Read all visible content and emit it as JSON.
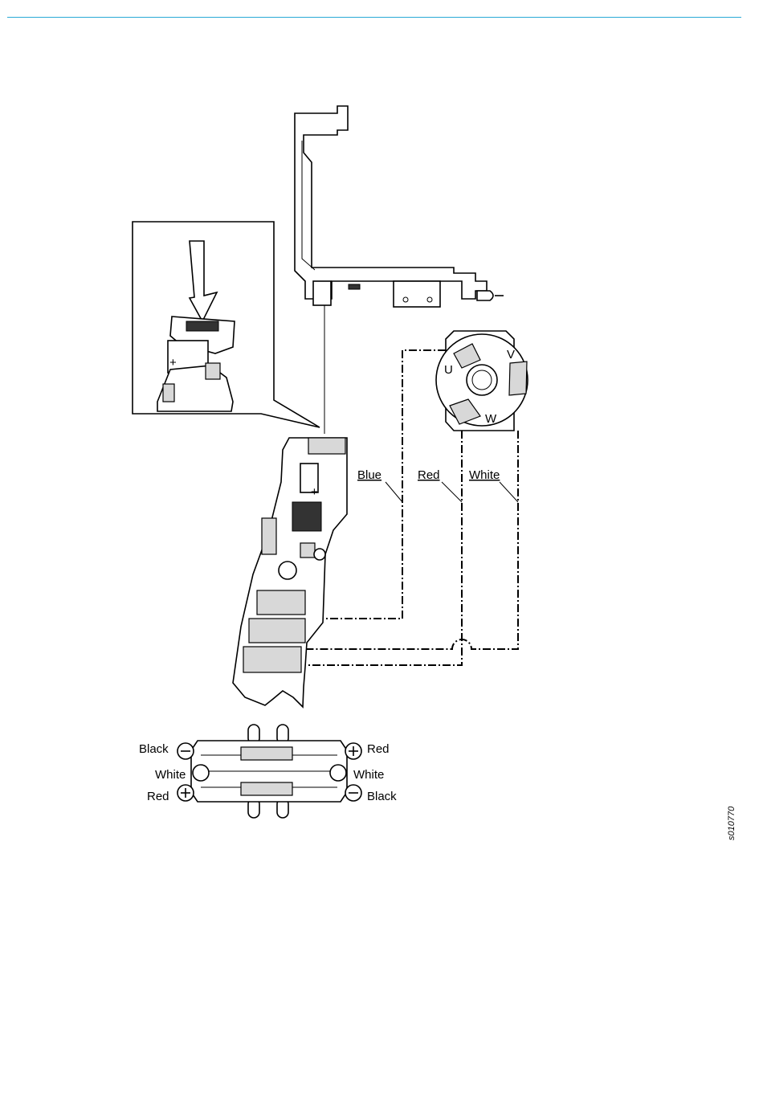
{
  "wires": {
    "blue": "Blue",
    "red": "Red",
    "white": "White"
  },
  "motor_phases": {
    "u": "U",
    "v": "V",
    "w": "W"
  },
  "connector_left": {
    "top": "Black",
    "middle": "White",
    "bottom": "Red"
  },
  "connector_right": {
    "top": "Red",
    "middle": "White",
    "bottom": "Black"
  },
  "figure_ref": "s010770",
  "colors": {
    "rule": "#2aa9d6"
  }
}
